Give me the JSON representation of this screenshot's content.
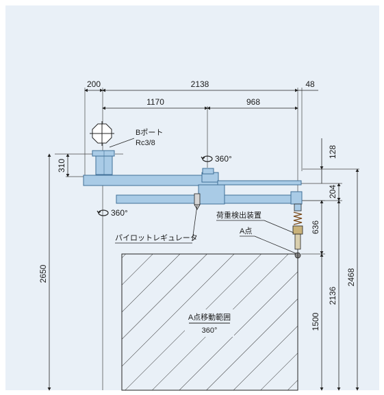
{
  "colors": {
    "background": "#e9f0f7",
    "arm_fill": "#a9cbe6",
    "arm_stroke": "#3f6f97",
    "line": "#222222",
    "hatch": "#333333"
  },
  "dimensions": {
    "d200": "200",
    "d2138": "2138",
    "d48": "48",
    "d1170": "1170",
    "d968": "968",
    "d128": "128",
    "d310": "310",
    "d204": "204",
    "d636": "636",
    "d2650": "2650",
    "d2136": "2136",
    "d1500": "1500",
    "d2468": "2468"
  },
  "labels": {
    "b_port": "Bポート",
    "rc38": "Rc3/8",
    "rot_upper": "360°",
    "rot_lower": "360°",
    "load_device": "荷重検出装置",
    "point_a": "A点",
    "pilot_regulator": "パイロットレギュレータ",
    "range_title": "A点移動範囲",
    "range_angle": "360°"
  },
  "icons": [
    "rotation-arrow-icon",
    "rotation-arrow-icon",
    "port-symbol-icon"
  ]
}
